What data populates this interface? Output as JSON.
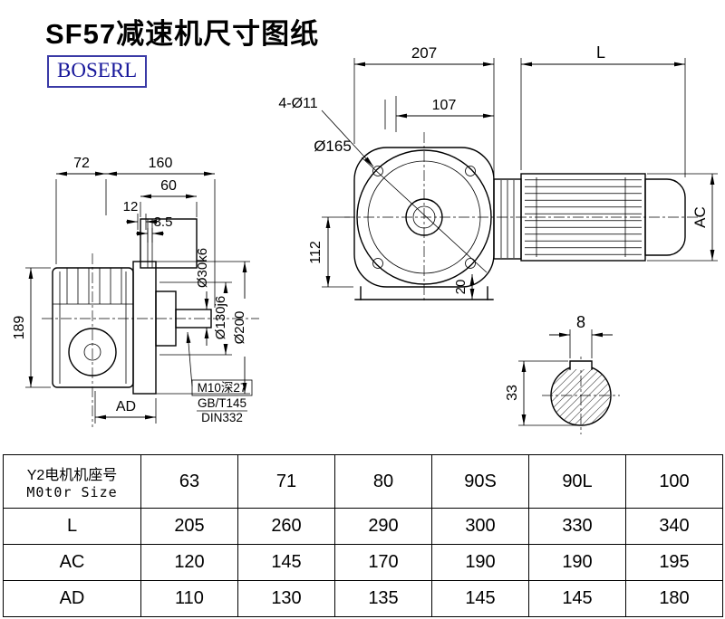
{
  "page": {
    "title": "SF57减速机尺寸图纸",
    "brand": "BOSERL"
  },
  "dims": {
    "front": {
      "d207": "207",
      "L": "L",
      "bolt": "4-Ø11",
      "d107": "107",
      "d165": "Ø165",
      "d112": "112",
      "d20": "20",
      "AC": "AC"
    },
    "side": {
      "d72": "72",
      "d160": "160",
      "d60": "60",
      "d12": "12",
      "d35": "3.5",
      "d30": "Ø30k6",
      "d130": "Ø130j6",
      "d200": "Ø200",
      "d189": "189",
      "AD": "AD",
      "note1": "M10深27",
      "note2": "GB/T145",
      "note3": "DIN332"
    },
    "shaft": {
      "d8": "8",
      "d33": "33"
    }
  },
  "table": {
    "header": {
      "label_cn": "Y2电机机座号",
      "label_en": "M0t0r Size",
      "sizes": [
        "63",
        "71",
        "80",
        "90S",
        "90L",
        "100"
      ]
    },
    "rows": [
      {
        "label": "L",
        "values": [
          "205",
          "260",
          "290",
          "300",
          "330",
          "340"
        ]
      },
      {
        "label": "AC",
        "values": [
          "120",
          "145",
          "170",
          "190",
          "190",
          "195"
        ]
      },
      {
        "label": "AD",
        "values": [
          "110",
          "130",
          "135",
          "145",
          "145",
          "180"
        ]
      }
    ]
  }
}
